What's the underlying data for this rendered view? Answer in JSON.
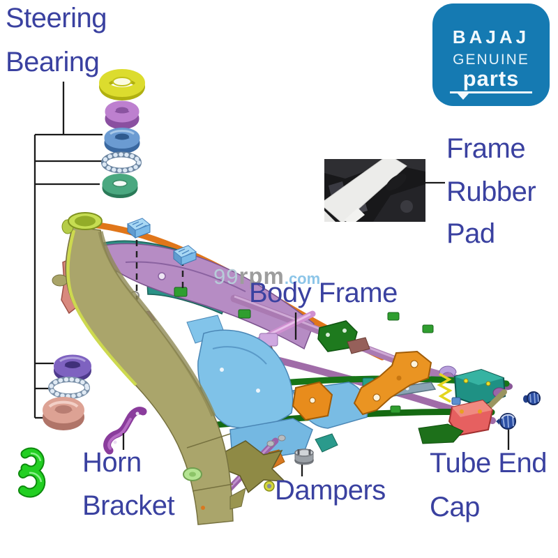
{
  "theme": {
    "bg": "#ffffff",
    "label-color": "#3a41a0",
    "logo-bg": "#157ab2",
    "logo-text": "#f2f9fd",
    "pointer": "#1a1a1a",
    "wm-num": "#b7ccd8",
    "wm-rpm": "#9d9d9d",
    "wm-com": "#8cc5e8"
  },
  "logo": {
    "brand": "BAJAJ",
    "genuine": "GENUINE",
    "parts": "parts"
  },
  "watermark": {
    "prefix": "99",
    "name": "rpm",
    "suffix": ".com"
  },
  "labels": {
    "steering_bearing": {
      "line1": "Steering",
      "line2": "Bearing"
    },
    "frame_rubber_pad": {
      "line1": "Frame",
      "line2": "Rubber",
      "line3": "Pad"
    },
    "body_frame": {
      "line1": "Body Frame"
    },
    "horn_bracket": {
      "line1": "Horn",
      "line2": "Bracket"
    },
    "dampers": {
      "line1": "Dampers"
    },
    "tube_end_cap": {
      "line1": "Tube End",
      "line2": "Cap"
    }
  },
  "diagram_colors": {
    "main_beam_olive": "#aaa56b",
    "head_tube_ring": "#c6dd52",
    "spine_tube_orange": "#e0761a",
    "rail_tube_purple": "#aa7ab2",
    "lower_tube_green": "#177517",
    "front_panel_teal": "#2e8f85",
    "front_panel_purple": "#b68cc4",
    "side_panel_blue": "#7fc2e8",
    "bracket_orange": "#ea9422",
    "rear_block_teal": "#1f9184",
    "rear_block_red": "#e66060",
    "damper_pad_blue": "#7cbbe8",
    "bearing_yellow": "#dcdc2e",
    "bearing_purple": "#bd80cf",
    "bearing_blue": "#6b9bd2",
    "bearing_green": "#4aa880",
    "bearing_violet": "#7e62c0",
    "bearing_pink": "#dda294",
    "frame_clip_green": "#22cf22",
    "horn_bracket_purple": "#8a3c9c",
    "tube_end_cap_navy": "#2c4fa4",
    "damper_gray": "#9aa0a6"
  }
}
